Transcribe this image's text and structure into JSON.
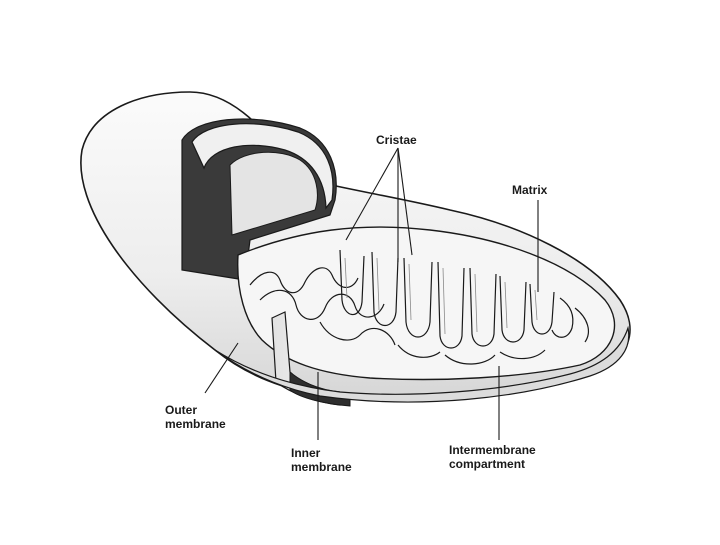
{
  "labels": {
    "cristae": "Cristae",
    "matrix": "Matrix",
    "outer_membrane": [
      "Outer",
      "membrane"
    ],
    "inner_membrane": [
      "Inner",
      "membrane"
    ],
    "intermembrane_compartment": [
      "Intermembrane",
      "compartment"
    ]
  },
  "colors": {
    "ink": "#1a1a1a",
    "outer_shade": "#ececec",
    "inner_shade": "#d9d9d9",
    "dark_interior": "#3a3a3a",
    "matrix_fill": "#f4f4f4"
  }
}
